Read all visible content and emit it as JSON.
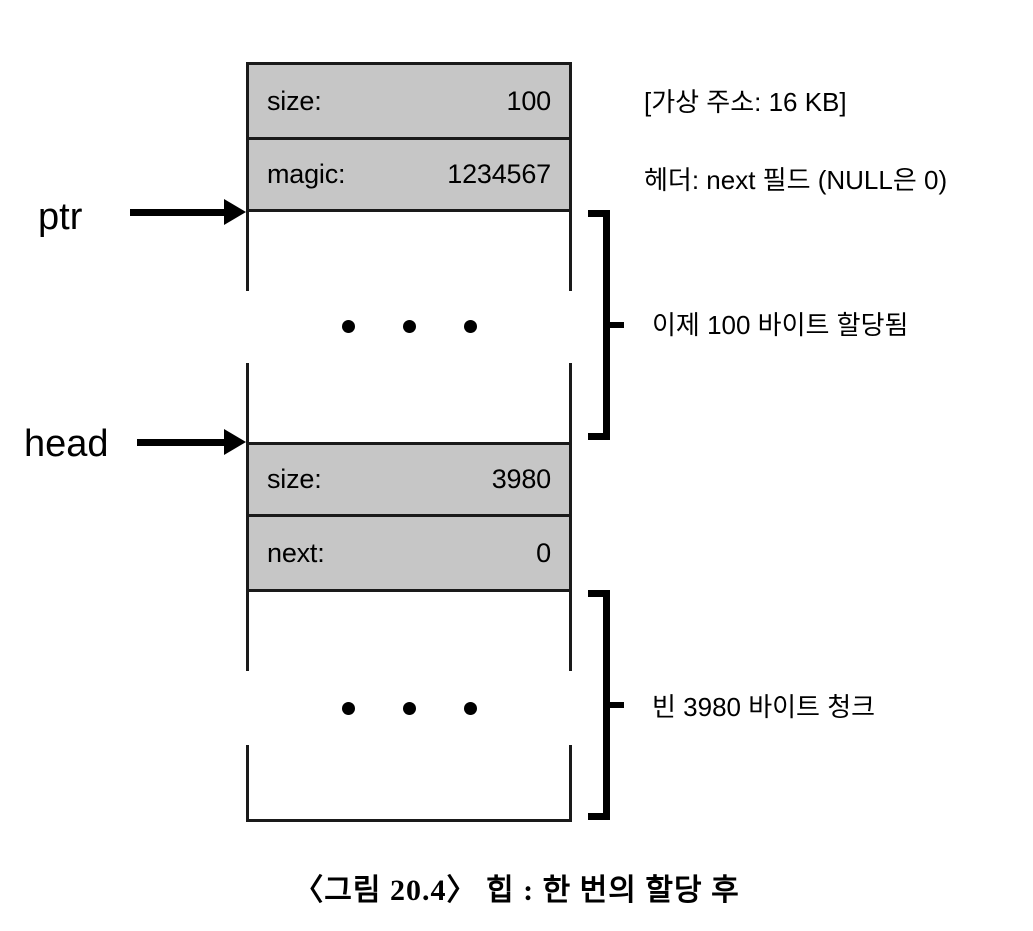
{
  "figure": {
    "caption": "〈그림 20.4〉 힙 : 한 번의 할당 후",
    "colors": {
      "header_fill": "#c6c6c6",
      "stroke": "#1a1a1a",
      "text": "#000000",
      "background": "#ffffff"
    }
  },
  "pointers": [
    {
      "name": "ptr",
      "label": "ptr"
    },
    {
      "name": "head",
      "label": "head"
    }
  ],
  "allocated_chunk": {
    "header": [
      {
        "field": "size:",
        "value": "100"
      },
      {
        "field": "magic:",
        "value": "1234567"
      }
    ],
    "body_ellipsis": "• • •",
    "bracket_note": "이제 100 바이트 할당됨"
  },
  "free_chunk": {
    "header": [
      {
        "field": "size:",
        "value": "3980"
      },
      {
        "field": "next:",
        "value": "0"
      }
    ],
    "body_ellipsis": "• • •",
    "bracket_note": "빈 3980 바이트 청크"
  },
  "annotations": {
    "virtual_address": "[가상 주소: 16 KB]",
    "header_next_field": "헤더: next 필드 (NULL은 0)"
  }
}
